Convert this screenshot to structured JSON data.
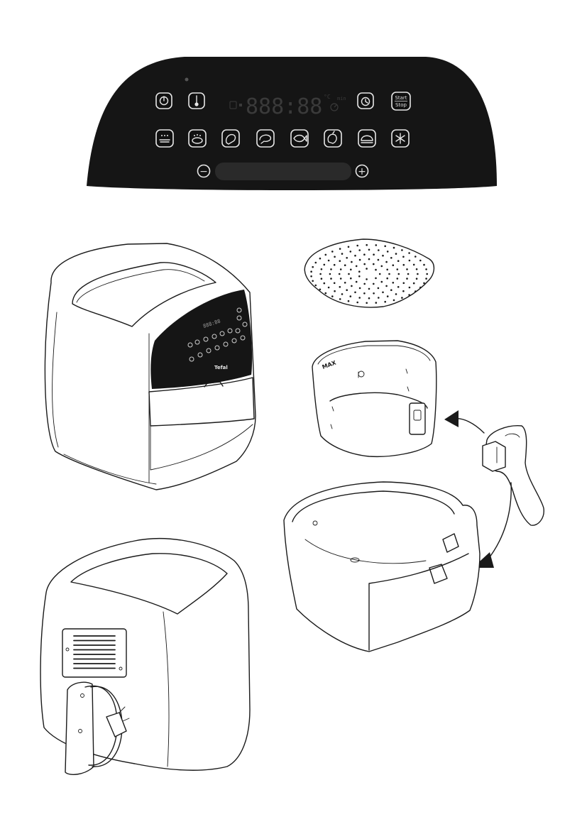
{
  "control_panel": {
    "display_digits": "888:88",
    "unit_celsius": "°C",
    "unit_minutes": "min",
    "start_label": "Start",
    "stop_label": "Stop",
    "minus_symbol": "−",
    "plus_symbol": "+",
    "buttons_row1": [
      "power-icon",
      "thermometer-icon",
      "timer-icon",
      "start-stop-button"
    ],
    "buttons_row2": [
      "fries-icon",
      "gratin-icon",
      "chicken-icon",
      "meat-icon",
      "fish-icon",
      "vegetables-icon",
      "dessert-icon",
      "frozen-icon"
    ]
  },
  "appliance_front": {
    "brand": "Tefal"
  },
  "basket_insert": {
    "max_mark": "MAX"
  },
  "colors": {
    "panel": "#151515",
    "line": "#1a1a1a",
    "background": "#ffffff"
  }
}
